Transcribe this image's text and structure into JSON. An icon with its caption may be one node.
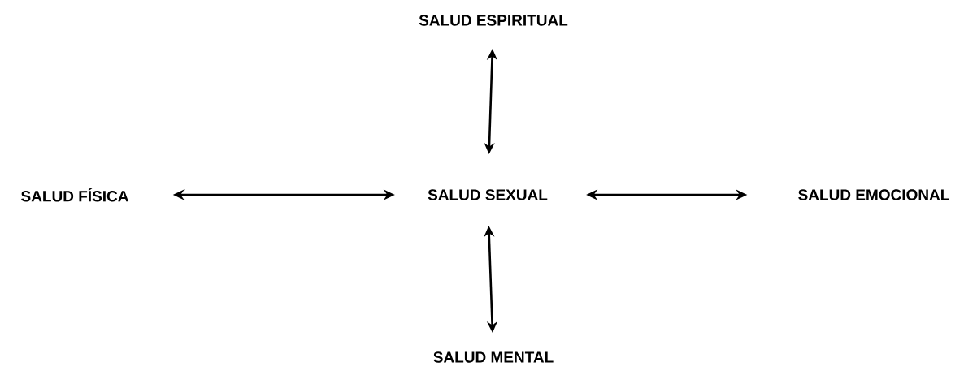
{
  "diagram": {
    "nodes": [
      {
        "text": [
          "SALUD ESPIRITUAL"
        ]
      },
      {
        "text": [
          "SALUD FÍSICA"
        ]
      },
      {
        "text": [
          "SALUD SEXUAL"
        ]
      },
      {
        "text": [
          "SALUD EMOCIONAL"
        ]
      },
      {
        "text": [
          "SALUD MENTAL"
        ]
      }
    ],
    "edges": [
      {
        "from": 2,
        "to": 0,
        "arrow": "both"
      },
      {
        "from": 1,
        "to": 2,
        "arrow": "both"
      },
      {
        "from": 2,
        "to": 3,
        "arrow": "both"
      },
      {
        "from": 2,
        "to": 4,
        "arrow": "both"
      }
    ]
  }
}
